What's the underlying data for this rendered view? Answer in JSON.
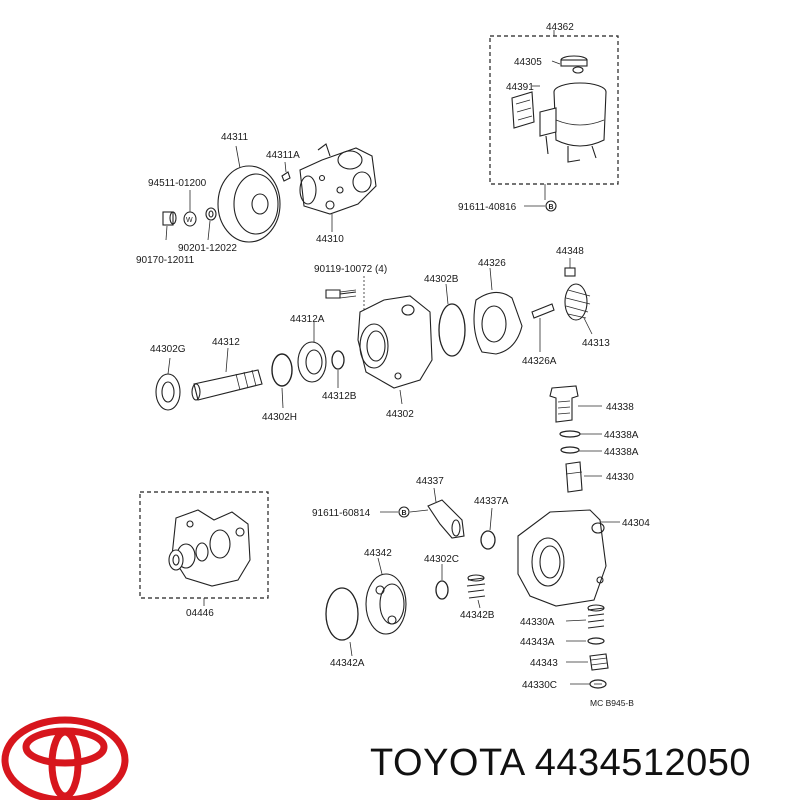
{
  "brand": {
    "name": "TOYOTA",
    "part_number": "4434512050",
    "logo_color": "#d7161d",
    "logo_icon": "toyota-emblem-icon"
  },
  "diagram": {
    "ref_code": "MC B945-B",
    "callouts": [
      {
        "id": "44362",
        "text": "44362"
      },
      {
        "id": "44305",
        "text": "44305"
      },
      {
        "id": "44391",
        "text": "44391"
      },
      {
        "id": "91611-40816",
        "text": "91611-40816"
      },
      {
        "id": "44311",
        "text": "44311"
      },
      {
        "id": "44311A",
        "text": "44311A"
      },
      {
        "id": "94511-01200",
        "text": "94511-01200"
      },
      {
        "id": "90201-12022",
        "text": "90201-12022"
      },
      {
        "id": "90170-12011",
        "text": "90170-12011"
      },
      {
        "id": "44310",
        "text": "44310"
      },
      {
        "id": "90119-10072",
        "text": "90119-10072 (4)"
      },
      {
        "id": "44302B",
        "text": "44302B"
      },
      {
        "id": "44326",
        "text": "44326"
      },
      {
        "id": "44348",
        "text": "44348"
      },
      {
        "id": "44312A",
        "text": "44312A"
      },
      {
        "id": "44312",
        "text": "44312"
      },
      {
        "id": "44302G",
        "text": "44302G"
      },
      {
        "id": "44313",
        "text": "44313"
      },
      {
        "id": "44326A",
        "text": "44326A"
      },
      {
        "id": "44312B",
        "text": "44312B"
      },
      {
        "id": "44302H",
        "text": "44302H"
      },
      {
        "id": "44302",
        "text": "44302"
      },
      {
        "id": "44338",
        "text": "44338"
      },
      {
        "id": "44338A-1",
        "text": "44338A"
      },
      {
        "id": "44338A-2",
        "text": "44338A"
      },
      {
        "id": "44330",
        "text": "44330"
      },
      {
        "id": "44337",
        "text": "44337"
      },
      {
        "id": "91611-60814",
        "text": "91611-60814"
      },
      {
        "id": "44337A",
        "text": "44337A"
      },
      {
        "id": "44304",
        "text": "44304"
      },
      {
        "id": "44342",
        "text": "44342"
      },
      {
        "id": "44302C",
        "text": "44302C"
      },
      {
        "id": "04446",
        "text": "04446"
      },
      {
        "id": "44342B",
        "text": "44342B"
      },
      {
        "id": "44330A",
        "text": "44330A"
      },
      {
        "id": "44343A",
        "text": "44343A"
      },
      {
        "id": "44343",
        "text": "44343"
      },
      {
        "id": "44342A",
        "text": "44342A"
      },
      {
        "id": "44330C",
        "text": "44330C"
      }
    ]
  }
}
